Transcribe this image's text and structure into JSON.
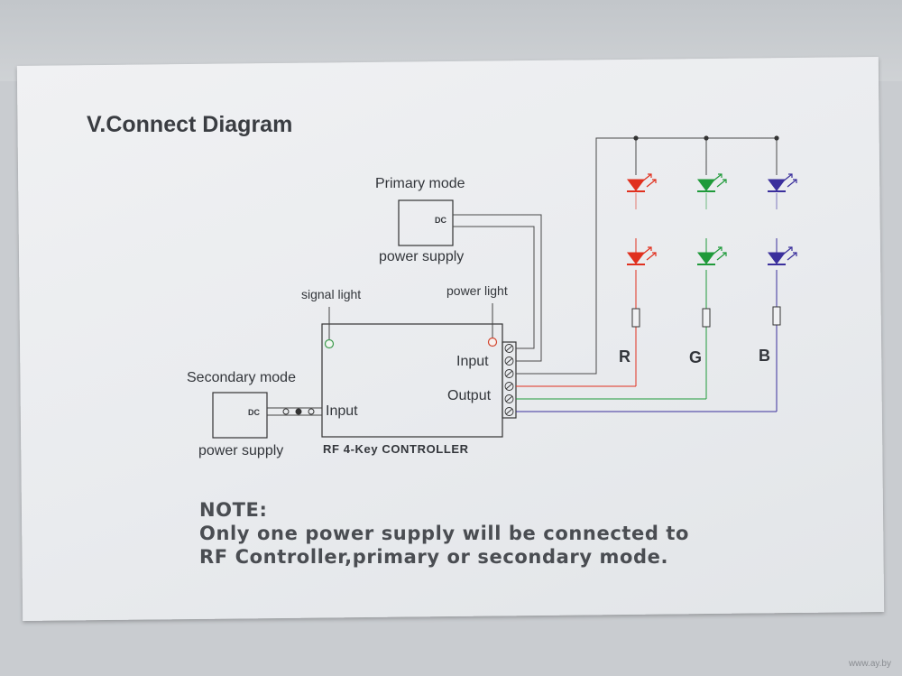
{
  "title": "V.Connect Diagram",
  "primary": {
    "mode": "Primary mode",
    "dc": "DC",
    "supply": "power supply"
  },
  "secondary": {
    "mode": "Secondary mode",
    "dc": "DC",
    "supply": "power supply",
    "input": "Input"
  },
  "controller": {
    "signal_light": "signal light",
    "power_light": "power light",
    "input": "Input",
    "output": "Output",
    "name": "RF 4-Key  CONTROLLER"
  },
  "channels": [
    {
      "label": "R",
      "color": "#e0301e"
    },
    {
      "label": "G",
      "color": "#1f9a3a"
    },
    {
      "label": "B",
      "color": "#3a2f9c"
    }
  ],
  "note": {
    "heading": "NOTE:",
    "line1": "Only one power supply will be connected to",
    "line2": "RF Controller,primary or secondary mode."
  },
  "watermark": "www.ay.by"
}
